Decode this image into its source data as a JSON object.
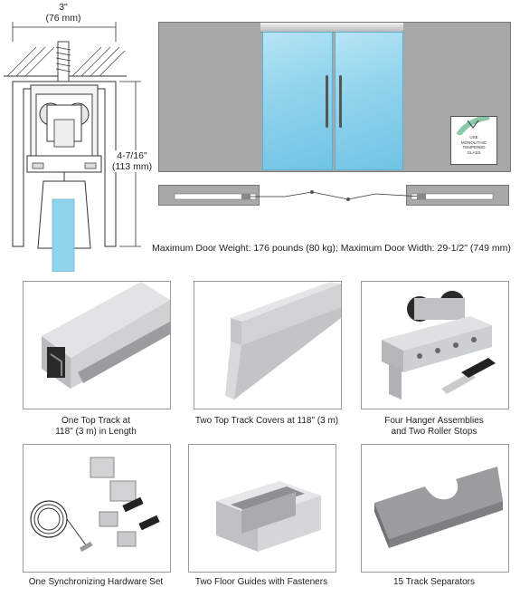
{
  "diagram": {
    "width_label": "3\"",
    "width_metric": "(76 mm)",
    "height_label": "4-7/16\"",
    "height_metric": "(113 mm)"
  },
  "glass_label": {
    "line1": "USE",
    "line2": "MONOLITHIC",
    "line3": "TEMPERED",
    "line4": "GLASS"
  },
  "spec_note": "Maximum Door Weight: 176 pounds (80 kg); Maximum Door Width: 29-1/2\" (749 mm)",
  "components": [
    {
      "line1": "One Top Track at",
      "line2": "118\" (3 m) in Length"
    },
    {
      "line1": "Two Top Track Covers at 118\" (3 m)",
      "line2": ""
    },
    {
      "line1": "Four Hanger Assemblies",
      "line2": "and Two Roller Stops"
    },
    {
      "line1": "One Synchronizing Hardware Set",
      "line2": ""
    },
    {
      "line1": "Two Floor Guides with Fasteners",
      "line2": ""
    },
    {
      "line1": "15 Track Separators",
      "line2": ""
    }
  ],
  "colors": {
    "wall_gray": "#a8a8a8",
    "glass_blue": "#8fd3ec",
    "aluminum": "#c8cacc",
    "tile_border": "#9a9a9a",
    "glass_label_green": "#3aa56a"
  }
}
